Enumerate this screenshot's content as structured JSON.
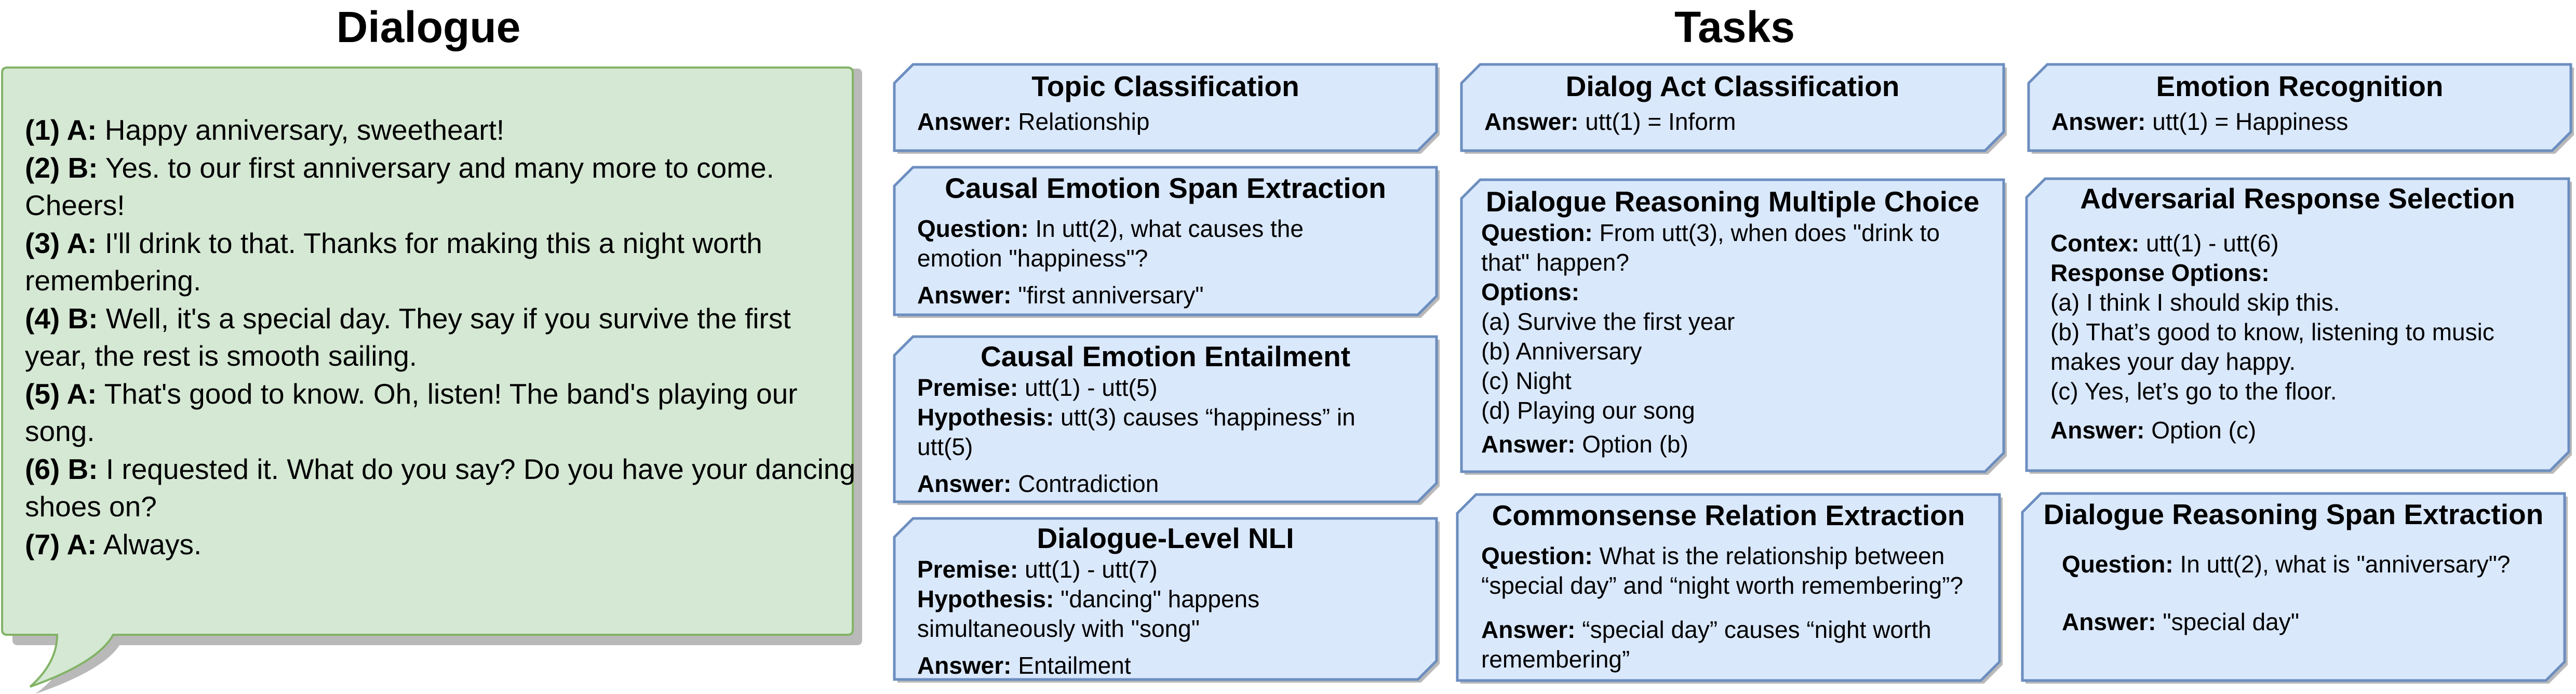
{
  "headings": {
    "dialogue": "Dialogue",
    "tasks": "Tasks"
  },
  "colors": {
    "bubble_fill": "#d5e8d4",
    "bubble_stroke": "#82b366",
    "bubble_shadow": "#b9b9b9",
    "card_fill": "#dae8fc",
    "card_stroke": "#6c8ebf",
    "card_shadow": "#b9b9b9"
  },
  "dialogue": [
    {
      "label": "(1) A:",
      "text": " Happy anniversary, sweetheart!"
    },
    {
      "label": "(2) B:",
      "text": " Yes. to our first anniversary and many more to come. Cheers!"
    },
    {
      "label": "(3) A:",
      "text": " I'll drink to that. Thanks for making this a night worth remembering."
    },
    {
      "label": "(4) B:",
      "text": " Well, it's a special day. They say if you survive the first year, the rest is smooth sailing."
    },
    {
      "label": "(5) A:",
      "text": " That's good to know. Oh, listen! The band's playing our song."
    },
    {
      "label": "(6) B:",
      "text": " I requested it. What do you say? Do you have your dancing shoes on?"
    },
    {
      "label": "(7) A:",
      "text": " Always."
    }
  ],
  "cards": {
    "topic": {
      "title": "Topic Classification",
      "answer_label": "Answer:",
      "answer": " Relationship"
    },
    "causal_span": {
      "title": "Causal Emotion Span Extraction",
      "question_label": "Question:",
      "question": " In utt(2), what causes the",
      "question_cont": "emotion \"happiness\"?",
      "answer_label": "Answer:",
      "answer": " \"first anniversary\""
    },
    "causal_entail": {
      "title": "Causal Emotion Entailment",
      "premise_label": "Premise:",
      "premise": " utt(1) - utt(5)",
      "hypothesis_label": "Hypothesis:",
      "hypothesis": " utt(3) causes “happiness” in",
      "hypothesis_cont": "utt(5)",
      "answer_label": "Answer:",
      "answer": " Contradiction"
    },
    "nli": {
      "title": "Dialogue-Level NLI",
      "premise_label": "Premise:",
      "premise": " utt(1) - utt(7)",
      "hypothesis_label": "Hypothesis:",
      "hypothesis": " \"dancing\" happens",
      "hypothesis_cont": "simultaneously with \"song\"",
      "answer_label": "Answer:",
      "answer": " Entailment"
    },
    "dialog_act": {
      "title": "Dialog Act Classification",
      "answer_label": "Answer:",
      "answer": " utt(1) = Inform"
    },
    "mc": {
      "title": "Dialogue Reasoning Multiple Choice",
      "question_label": "Question:",
      "question": " From utt(3), when does \"drink to",
      "question_cont": "that\" happen?",
      "options_label": "Options:",
      "options": [
        "(a) Survive the first year",
        "(b) Anniversary",
        "(c) Night",
        "(d) Playing our song"
      ],
      "answer_label": "Answer:",
      "answer": " Option (b)"
    },
    "commonsense": {
      "title": "Commonsense Relation Extraction",
      "question_label": "Question:",
      "question": " What is the relationship between",
      "question_cont": "“special day” and “night worth remembering”?",
      "answer_label": "Answer:",
      "answer": " “special day” causes “night worth",
      "answer_cont": "remembering”"
    },
    "emotion": {
      "title": "Emotion Recognition",
      "answer_label": "Answer:",
      "answer": " utt(1) = Happiness"
    },
    "adversarial": {
      "title": "Adversarial Response Selection",
      "context_label": "Contex:",
      "context": " utt(1) - utt(6)",
      "options_label": "Response Options:",
      "options": [
        "(a) I think I should skip this.",
        "(b) That’s good to know, listening to music",
        "makes your day happy.",
        "(c) Yes, let’s go to the floor."
      ],
      "answer_label": "Answer:",
      "answer": " Option (c)"
    },
    "span": {
      "title": "Dialogue Reasoning Span Extraction",
      "question_label": "Question:",
      "question": " In utt(2), what is \"anniversary\"?",
      "answer_label": "Answer:",
      "answer": " \"special day\""
    }
  }
}
